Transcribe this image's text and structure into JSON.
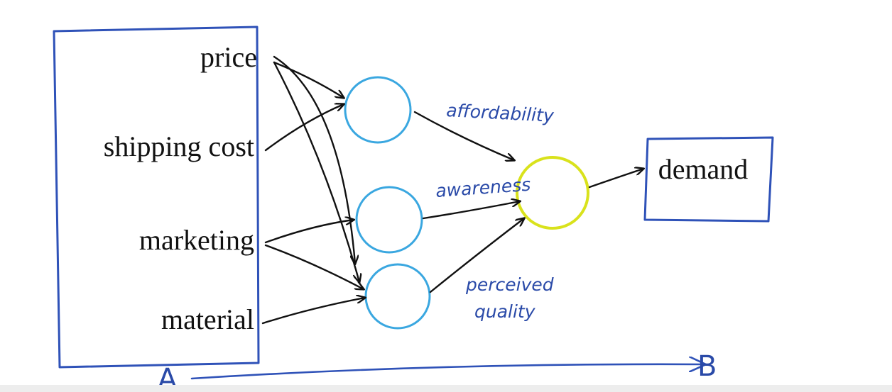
{
  "inputs": {
    "price": "price",
    "shipping_cost": "shipping cost",
    "marketing": "marketing",
    "material": "material"
  },
  "hidden": {
    "affordability": "affordability",
    "awareness": "awareness",
    "perceived_line1": "perceived",
    "perceived_line2": "quality"
  },
  "output": {
    "label": "demand"
  },
  "axis": {
    "start": "A",
    "end": "B"
  },
  "colors": {
    "box": "#2f52b8",
    "hidden_node": "#3aa7e0",
    "output_node": "#d9e21c",
    "handwriting": "#2a4aa8",
    "arrow": "#111111"
  }
}
